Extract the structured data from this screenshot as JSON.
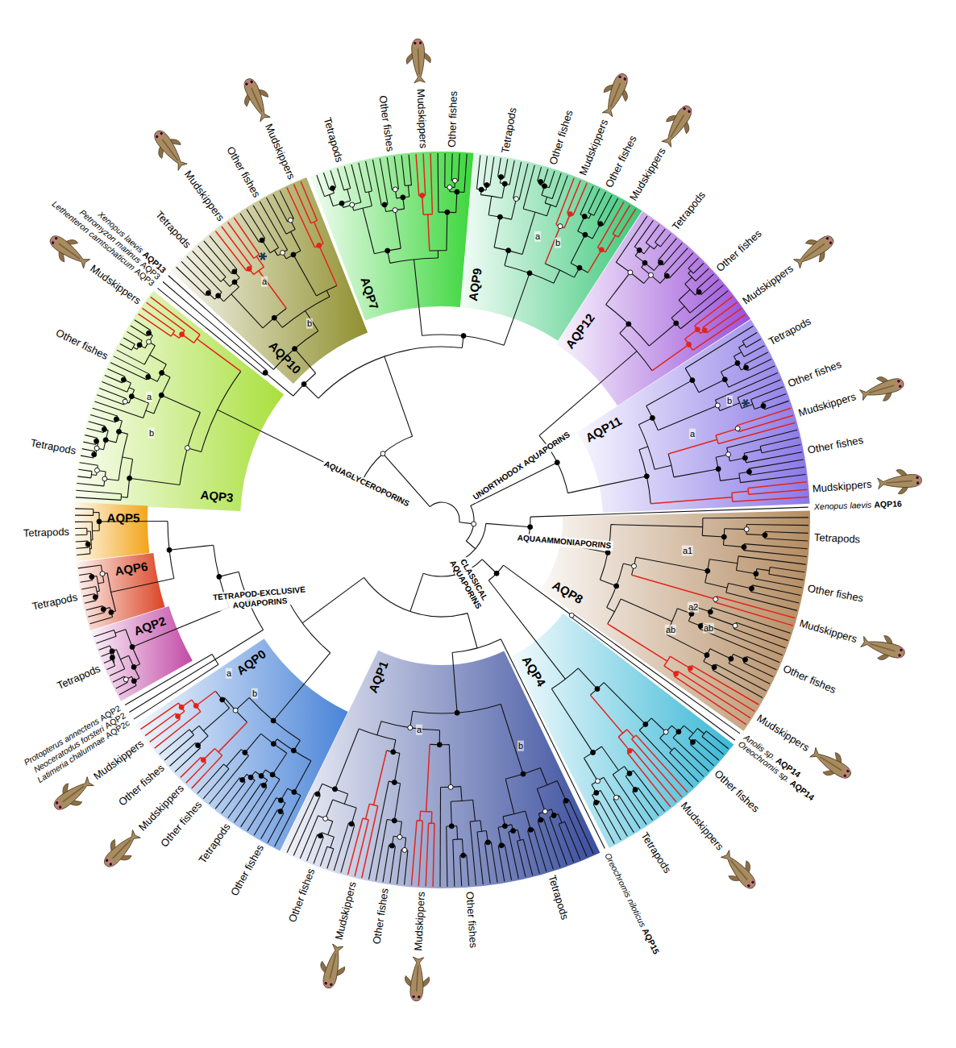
{
  "diagram": {
    "nodes": [
      {
        "text": [
          "AQP3"
        ]
      },
      {
        "text": [
          "AQP10"
        ]
      },
      {
        "text": [
          "AQP7"
        ]
      },
      {
        "text": [
          "AQP9"
        ]
      },
      {
        "text": [
          "AQP12"
        ]
      },
      {
        "text": [
          "AQP11"
        ]
      },
      {
        "text": [
          "AQP8"
        ]
      },
      {
        "text": [
          "AQP4"
        ]
      },
      {
        "text": [
          "AQP1"
        ]
      },
      {
        "text": [
          "AQP0"
        ]
      },
      {
        "text": [
          "AQP2"
        ]
      },
      {
        "text": [
          "AQP6"
        ]
      },
      {
        "text": [
          "AQP5"
        ]
      }
    ],
    "labels": [
      "Tetrapods",
      "Other fishes",
      "Mudskippers",
      "Lethenteron camtschaticum",
      "AQP3",
      "Petromyzon marinus",
      "AQP3",
      "Xenopus laevis",
      "AQP13",
      "Tetrapods",
      "Mudskippers",
      "Other fishes",
      "Mudskippers",
      "Tetrapods",
      "Other fishes",
      "Mudskippers",
      "Other fishes",
      "Tetrapods",
      "Other fishes",
      "Mudskippers",
      "Other fishes",
      "Mudskippers",
      "Tetrapods",
      "Other fishes",
      "Mudskippers",
      "Tetrapods",
      "Other fishes",
      "Mudskippers",
      "Other fishes",
      "Mudskippers",
      "Xenopus laevis",
      "AQP16",
      "Tetrapods",
      "Other fishes",
      "Mudskippers",
      "Other fishes",
      "Mudskippers",
      "Anolis sp.",
      "AQP14",
      "Oreochromis sp.",
      "AQP14",
      "Other fishes",
      "Mudskippers",
      "Tetrapods",
      "Oreochromis niloticus",
      "AQP15",
      "Tetrapods",
      "Other fishes",
      "Mudskippers",
      "Other fishes",
      "Mudskippers",
      "Other fishes",
      "Other fishes",
      "Tetrapods",
      "Other fishes",
      "Mudskippers",
      "Other fishes",
      "Mudskippers",
      "Latimeria chalumnae",
      "AQP2c",
      "Neoceratodus forsteri",
      "AQP2",
      "Protopterus annectens",
      "AQP2",
      "Tetrapods",
      "Tetrapods",
      "Tetrapods",
      "AQUAGLYCEROPORINS",
      "UNORTHODOX AQUAPORINS",
      "AQUAAMMONIAPORINS",
      "CLASSICAL AQUAPORINS",
      "TETRAPOD-EXCLUSIVE AQUAPORINS",
      "a",
      "b",
      "a",
      "b",
      "a",
      "b",
      "b",
      "a",
      "a1",
      "a2",
      "ab",
      "ab",
      "a",
      "b",
      "a",
      "b"
    ]
  }
}
